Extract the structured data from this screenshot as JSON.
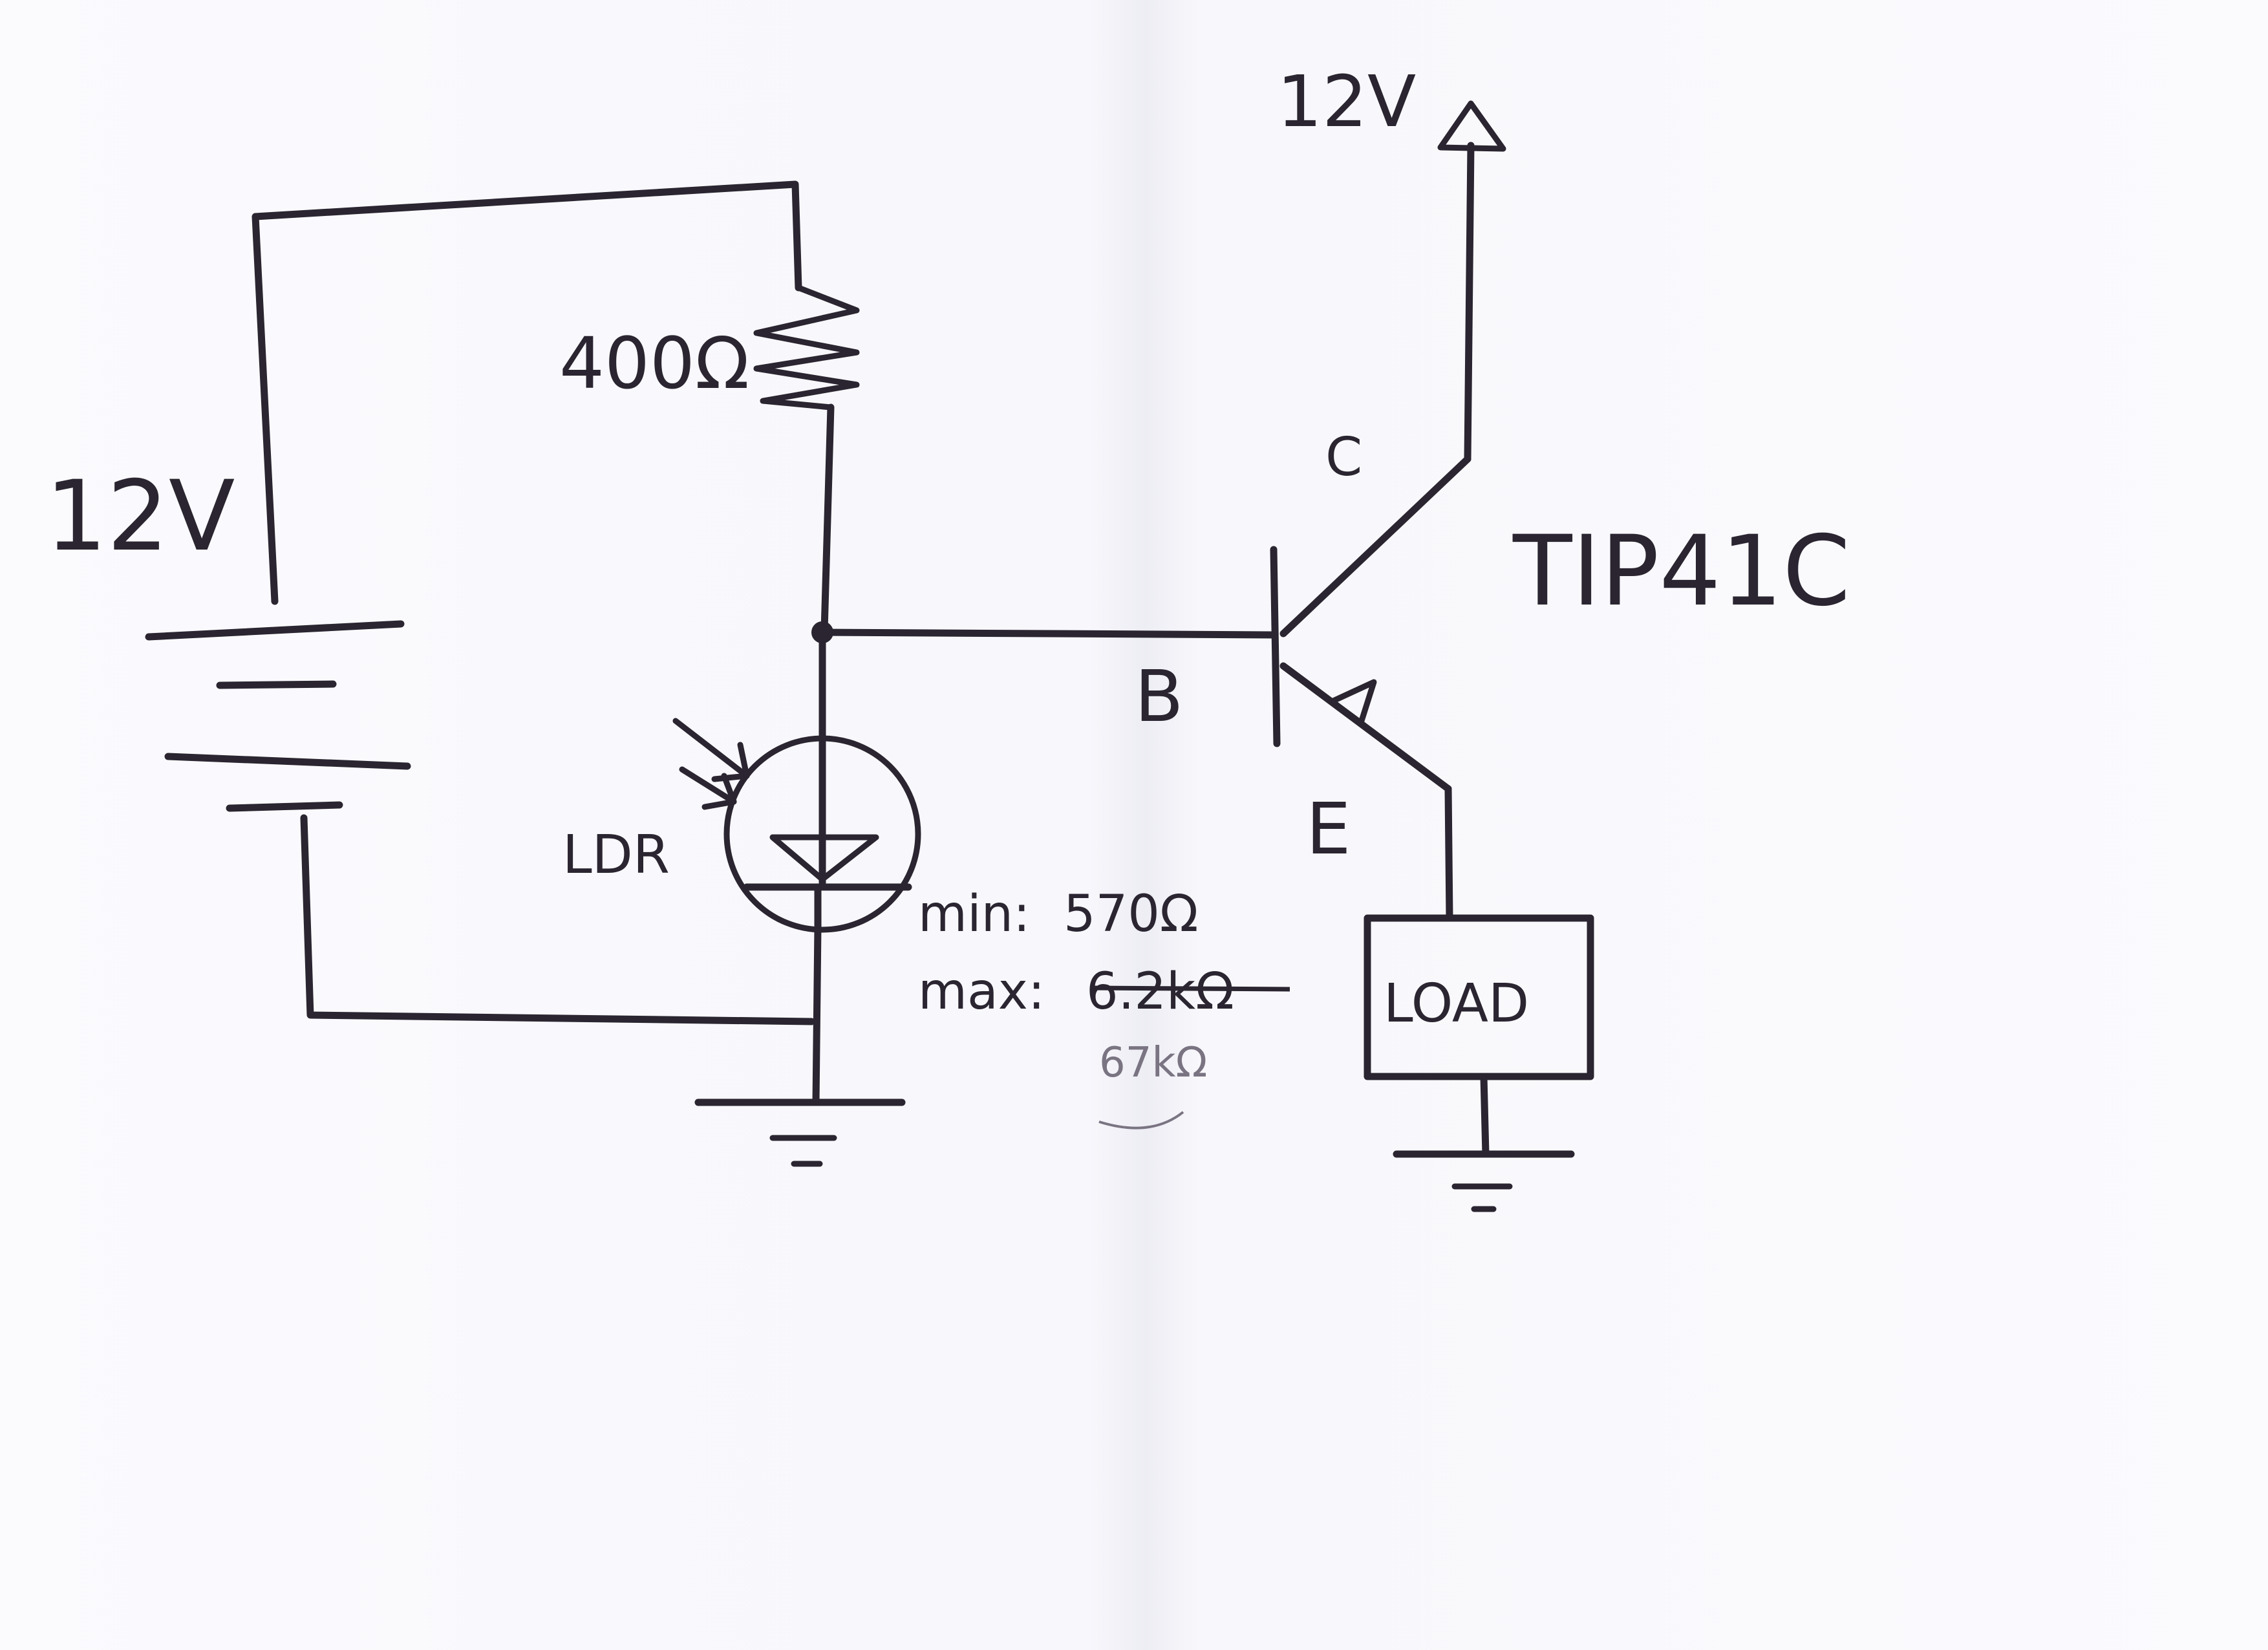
{
  "supply_left": {
    "label": "12V"
  },
  "supply_top": {
    "label": "12V"
  },
  "resistor": {
    "label": "400Ω"
  },
  "ldr": {
    "label": "LDR",
    "min_label": "min:",
    "min_value": "570Ω",
    "max_label": "max:",
    "max_value": "6.2kΩ",
    "max_value_corrected": "67kΩ"
  },
  "transistor": {
    "part": "TIP41C",
    "collector": "C",
    "base": "B",
    "emitter": "E"
  },
  "load": {
    "label": "LOAD"
  },
  "icons": [
    "battery-icon",
    "resistor-icon",
    "ldr-icon",
    "light-arrow-icon",
    "npn-transistor-icon",
    "ground-icon",
    "supply-arrow-icon"
  ],
  "colors": {
    "ink": "#2a2530",
    "paper": "#fbfbfe",
    "pencil": "#7a7482"
  }
}
